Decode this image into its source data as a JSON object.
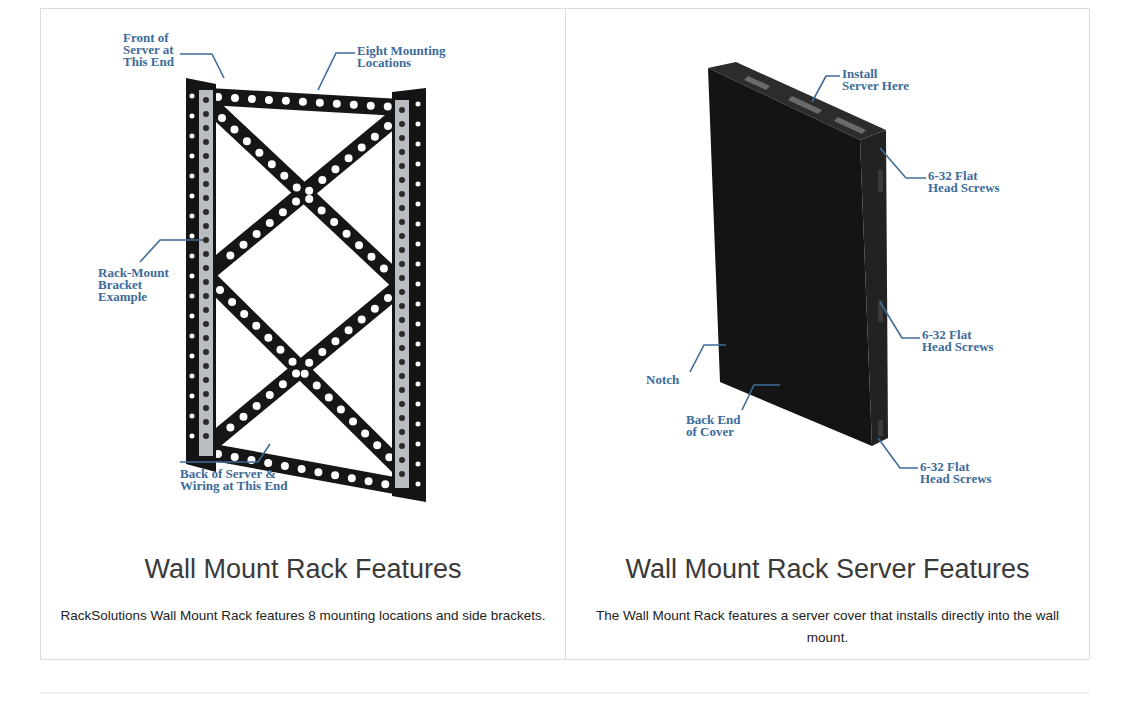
{
  "diagram": {
    "nodes": [
      {
        "text": [
          "Wall Mount Rack Features",
          "RackSolutions Wall Mount Rack features 8 mounting locations and side brackets."
        ]
      },
      {
        "text": [
          "Wall Mount Rack Server Features",
          "The Wall Mount Rack features a server cover that installs directly into the wall mount."
        ]
      }
    ],
    "labels": [
      "Front of Server at This End",
      "Eight Mounting Locations",
      "Rack-Mount Bracket Example",
      "Back of Server & Wiring at This End",
      "Install Server Here",
      "6-32 Flat Head Screws",
      "6-32 Flat Head Screws",
      "Notch",
      "Back End of Cover",
      "6-32 Flat Head Screws"
    ]
  }
}
